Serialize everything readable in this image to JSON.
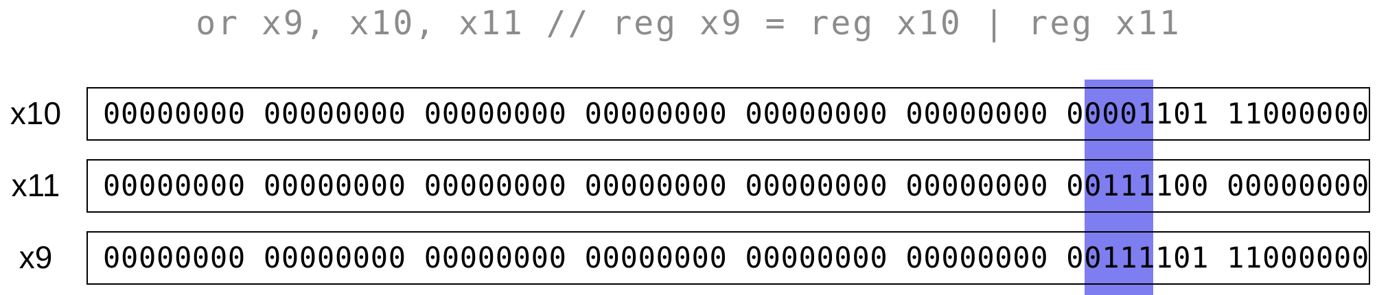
{
  "instruction": "or x9, x10, x11 // reg x9 = reg x10 | reg x11",
  "registers": [
    {
      "name": "x10",
      "bits": "00000000 00000000 00000000 00000000 00000000 00000000 00001101 11000000"
    },
    {
      "name": "x11",
      "bits": "00000000 00000000 00000000 00000000 00000000 00000000 00111100 00000000"
    },
    {
      "name": "x9",
      "bits": "00000000 00000000 00000000 00000000 00000000 00000000 00111101 11000000"
    }
  ],
  "highlight_color": "#7e7ef0"
}
